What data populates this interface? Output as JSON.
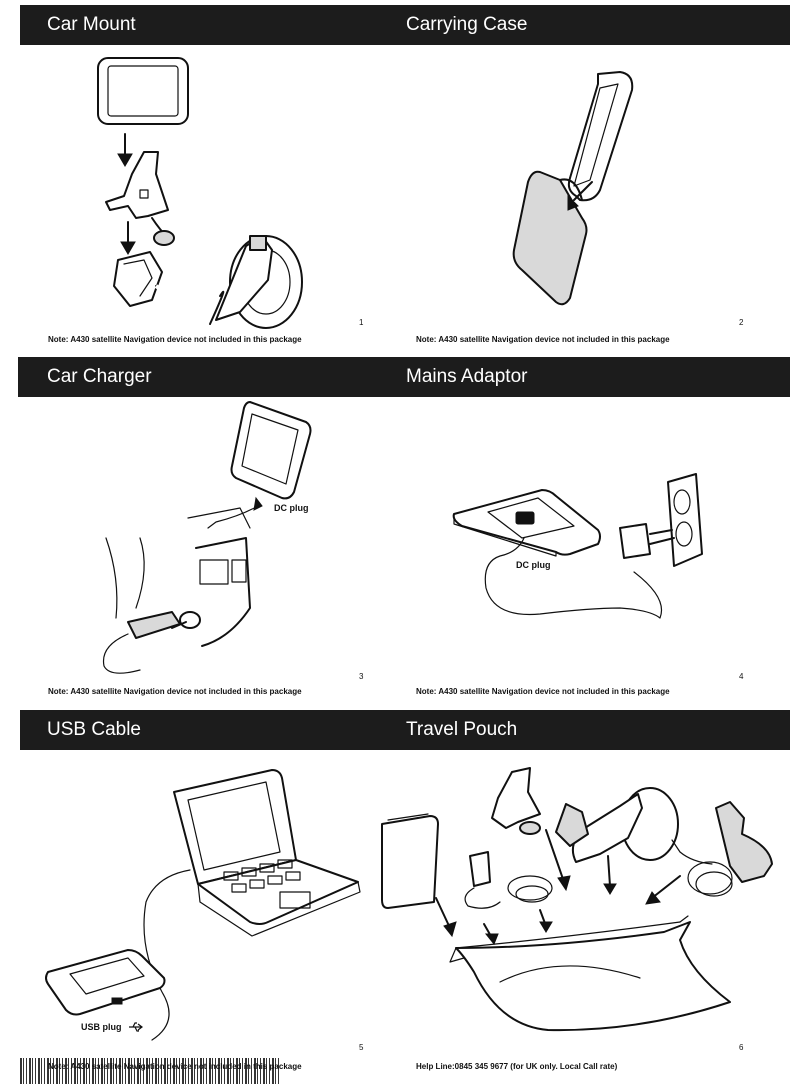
{
  "sections": [
    {
      "title": "Car Mount",
      "page": "1",
      "note": "Note: A430 satellite Navigation device not included in this package"
    },
    {
      "title": "Carrying Case",
      "page": "2",
      "note": "Note: A430 satellite Navigation device not included in this package"
    },
    {
      "title": "Car Charger",
      "page": "3",
      "note": "Note: A430 satellite Navigation device not included in this package",
      "callout": "DC plug"
    },
    {
      "title": "Mains Adaptor",
      "page": "4",
      "note": "Note: A430 satellite Navigation device not included in this package",
      "callout": "DC plug"
    },
    {
      "title": "USB Cable",
      "page": "5",
      "note": "Note: A430 satellite Navigation device not included in this package",
      "callout": "USB plug"
    },
    {
      "title": "Travel Pouch",
      "page": "6",
      "note": "Help Line:0845 345 9677 (for UK only. Local Call rate)"
    }
  ],
  "colors": {
    "header_bar": "#1c1c1c",
    "header_text": "#ffffff",
    "line_art": "#111111"
  },
  "icons": {
    "usb": "usb-icon"
  }
}
